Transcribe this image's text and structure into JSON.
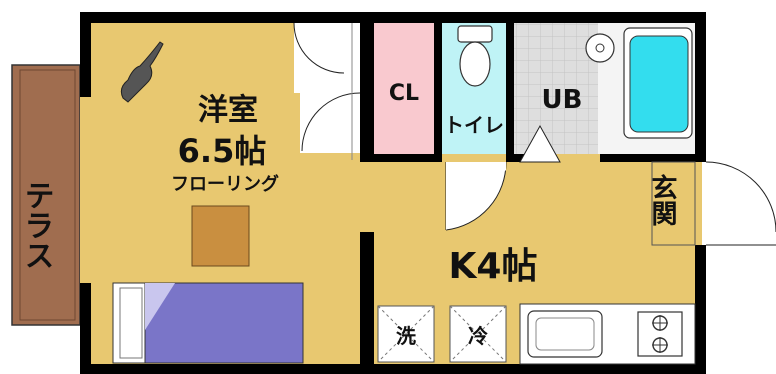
{
  "rooms": {
    "terrace": "テラス",
    "western_room_name": "洋室",
    "western_room_size": "6.5帖",
    "western_room_floor": "フローリング",
    "closet": "CL",
    "toilet": "トイレ",
    "unit_bath": "UB",
    "entrance": "玄関",
    "kitchen": "K4帖",
    "washer": "洗",
    "fridge": "冷"
  },
  "colors": {
    "floor": "#e8c870",
    "closet": "#f9c9cf",
    "toilet": "#bff3f6",
    "bath_tile": "#dcdcdc",
    "tub": "#33ddee",
    "terrace": "#a06d4f",
    "bed": "#7a75c8",
    "table": "#c98f40",
    "wall": "#000000"
  }
}
